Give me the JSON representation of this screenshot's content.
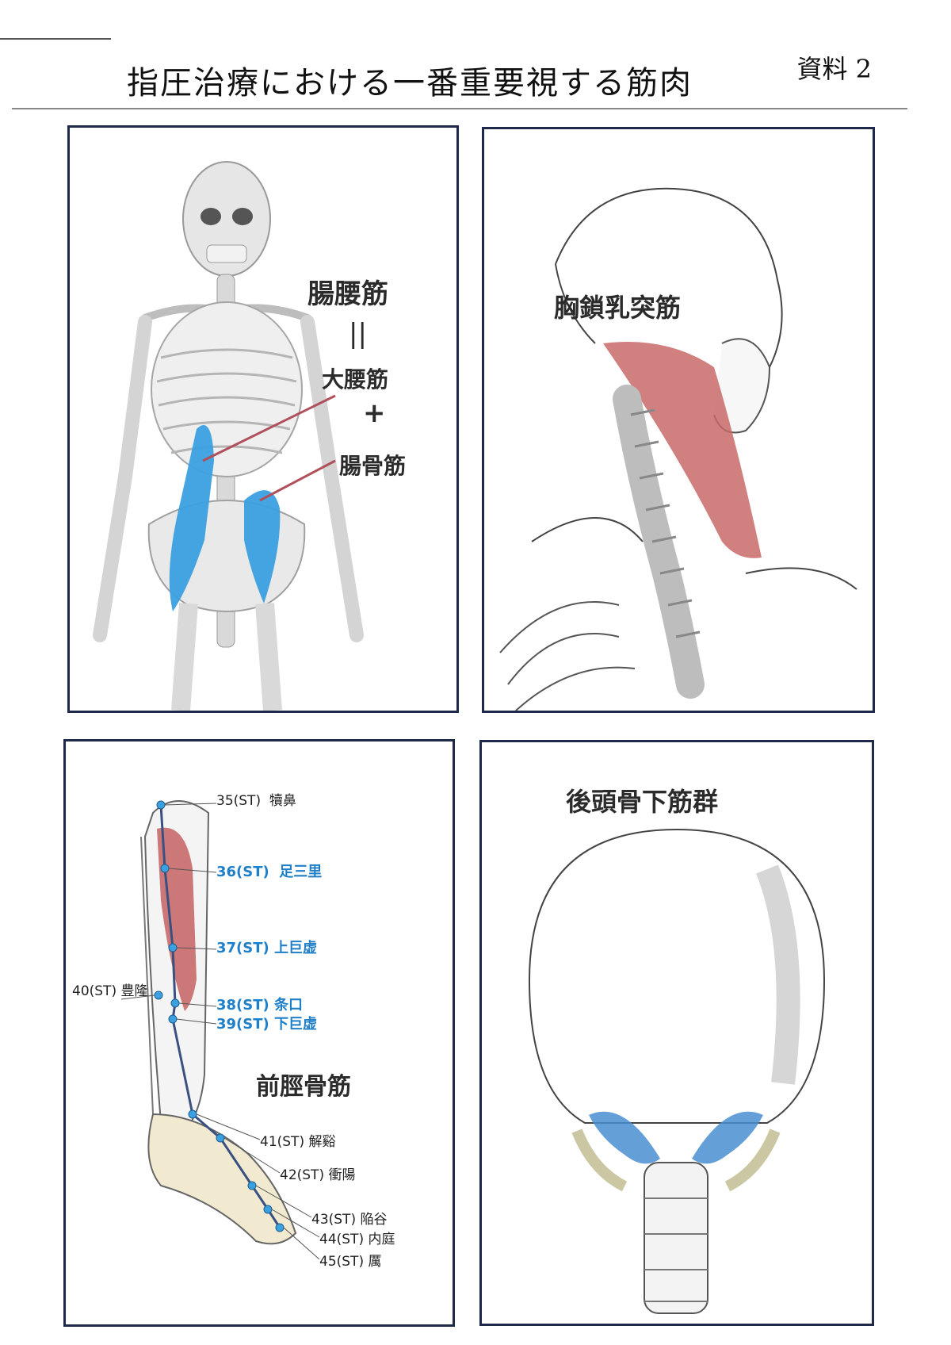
{
  "header": {
    "title": "指圧治療における一番重要視する筋肉",
    "doc_no": "資料 2"
  },
  "panel1": {
    "heading": "腸腰筋",
    "equals": "||",
    "part_a": "大腰筋",
    "plus": "+",
    "part_b": "腸骨筋"
  },
  "panel2": {
    "heading": "胸鎖乳突筋"
  },
  "panel3": {
    "heading": "前脛骨筋",
    "points": [
      {
        "code": "35(ST)",
        "name": "犢鼻",
        "highlight": false
      },
      {
        "code": "36(ST)",
        "name": "足三里",
        "highlight": true
      },
      {
        "code": "37(ST)",
        "name": "上巨虚",
        "highlight": true
      },
      {
        "code": "38(ST)",
        "name": "条口",
        "highlight": true
      },
      {
        "code": "39(ST)",
        "name": "下巨虚",
        "highlight": true
      },
      {
        "code": "40(ST)",
        "name": "豊隆",
        "highlight": false
      },
      {
        "code": "41(ST)",
        "name": "解谿",
        "highlight": false
      },
      {
        "code": "42(ST)",
        "name": "衝陽",
        "highlight": false
      },
      {
        "code": "43(ST)",
        "name": "陥谷",
        "highlight": false
      },
      {
        "code": "44(ST)",
        "name": "内庭",
        "highlight": false
      },
      {
        "code": "45(ST)",
        "name": "厲",
        "highlight": false
      }
    ]
  },
  "panel4": {
    "heading": "後頭骨下筋群"
  },
  "colors": {
    "frame": "#1f2a4a",
    "muscle_blue": "#3aa0e0",
    "muscle_red": "#c96a6a",
    "point_blue": "#1f7fc8",
    "bone": "#e8e8e8"
  }
}
